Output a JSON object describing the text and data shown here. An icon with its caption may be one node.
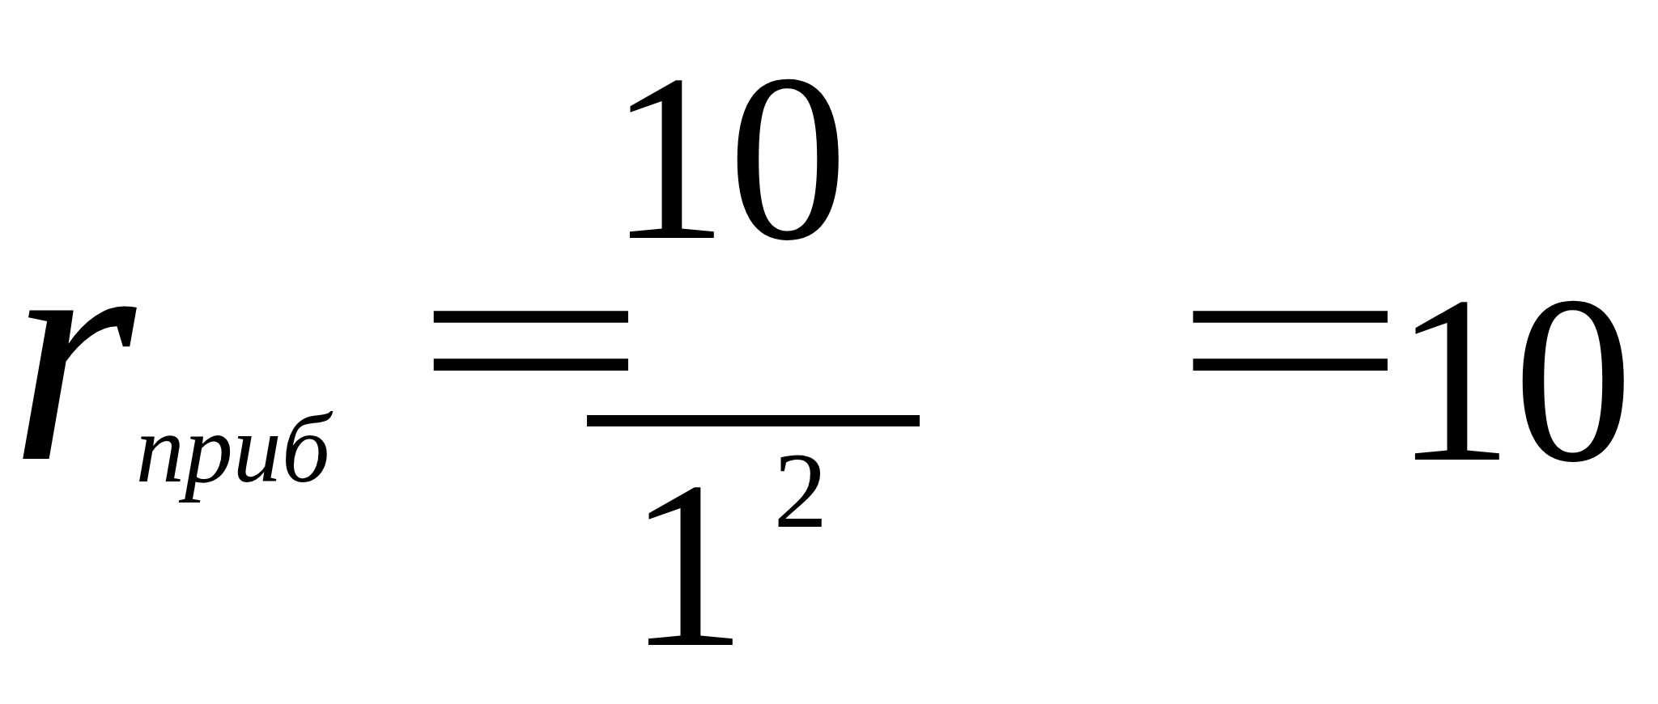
{
  "diagram": {
    "nodes": [
      {
        "text": [],
        "shape": "bar"
      }
    ],
    "labels": [
      "r$_{приб}$",
      "=",
      "10",
      "1$^{2}$",
      "=",
      "10"
    ]
  }
}
